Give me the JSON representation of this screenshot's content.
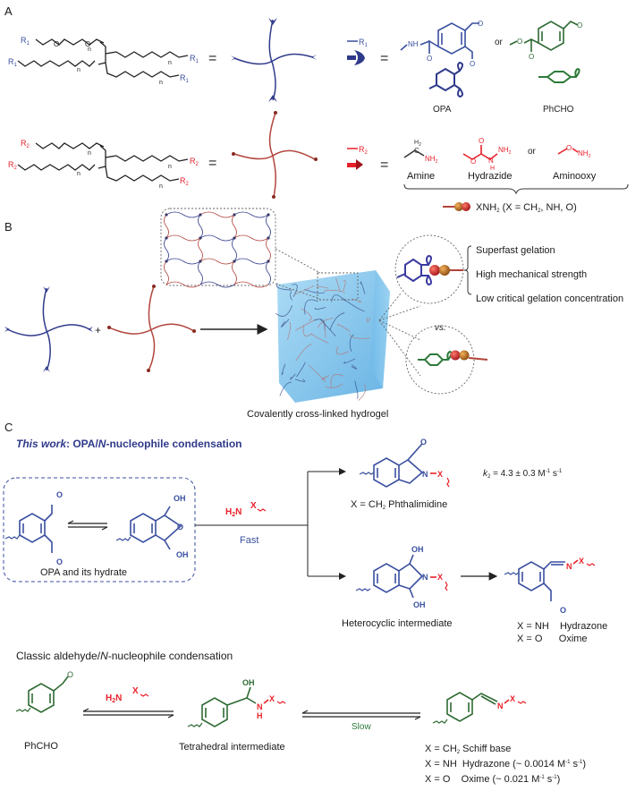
{
  "panels": {
    "A": "A",
    "B": "B",
    "C": "C"
  },
  "colors": {
    "opa_blue": "#3a4fa0",
    "nucleophile_red": "#e8202a",
    "phcho_green": "#2e6a33",
    "star_blue": "#2f3a8a",
    "star_red": "#b2443b",
    "hydrogel_blue": "#7cc3ec"
  },
  "panel_a": {
    "r1_label": "R",
    "r1_sub": "1",
    "r2_label": "R",
    "r2_sub": "2",
    "o_label": "O",
    "n_label": "n",
    "equals": "=",
    "or_label": "or",
    "opa_label": "OPA",
    "phcho_label": "PhCHO",
    "nh_label": "NH",
    "amine_label": "Amine",
    "hydrazide_label": "Hydrazide",
    "aminooxy_label": "Aminooxy",
    "amine_h2": "H",
    "amine_c": "C",
    "nh2": "NH",
    "h_label": "H",
    "xnh2_text": "XNH",
    "xnh2_rest": " (X = CH",
    "xnh2_tail": ", NH, O)",
    "sub2": "2"
  },
  "panel_b": {
    "plus": "+",
    "hydrogel_caption": "Covalently cross-linked hydrogel",
    "properties": [
      "Superfast gelation",
      "High mechanical strength",
      "Low critical gelation concentration"
    ],
    "vs_label": "vs."
  },
  "panel_c": {
    "this_work_italic": "This work",
    "this_work_rest": ": OPA/",
    "this_work_n": "N",
    "this_work_tail": "-nucleophile condensation",
    "opa_hydrate_caption": "OPA and its hydrate",
    "fast_label": "Fast",
    "reagent_h2n": "H",
    "reagent_n": "N",
    "reagent_x": "X",
    "phthalimidine_caption": "X = CH",
    "phthalimidine_tail": " Phthalimidine",
    "rate_k": "k",
    "rate_sub": "2",
    "rate_value": " = 4.3 ± 0.3 M",
    "rate_units_exp1": "-1",
    "rate_units_s": " s",
    "rate_units_exp2": "-1",
    "heterocyclic_caption": "Heterocyclic intermediate",
    "hydrazone_line": "X = NH    Hydrazone",
    "oxime_line": "X = O      Oxime",
    "classic_title_a": "Classic aldehyde/",
    "classic_title_n": "N",
    "classic_title_b": "-nucleophile condensation",
    "phcho_caption": "PhCHO",
    "tetrahedral_caption": "Tetrahedral intermediate",
    "slow_label": "Slow",
    "schiff_line_a": "X = CH",
    "schiff_line_b": " Schiff base",
    "hydrazone2_line": "X = NH  Hydrazone (~ 0.0014 M",
    "oxime2_line": "X = O    Oxime (~ 0.021 M",
    "units_mid": " s",
    "units_close": ")",
    "exp_minus1": "-1",
    "oh": "OH",
    "o": "O",
    "n": "N",
    "x": "X"
  }
}
